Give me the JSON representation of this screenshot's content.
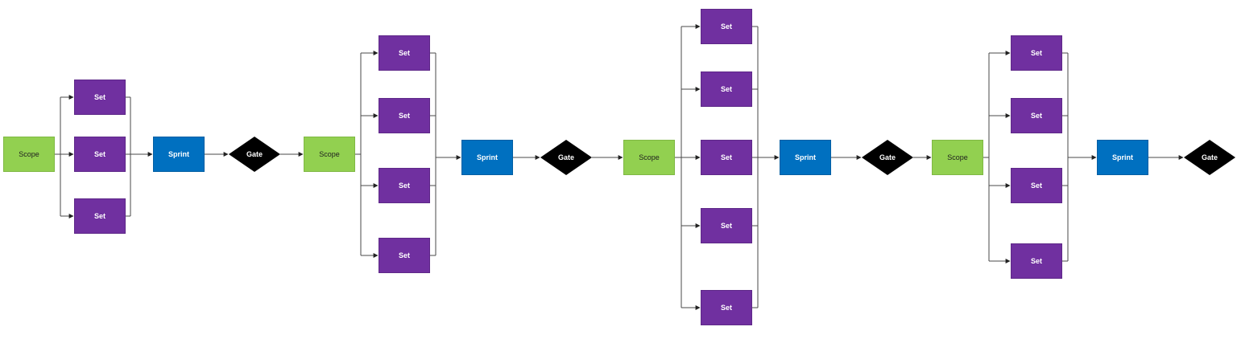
{
  "colors": {
    "scope": "#92d050",
    "set": "#7030a0",
    "sprint": "#0070c0",
    "gate": "#000000",
    "line": "#4a4a4a"
  },
  "labels": {
    "scope": "Scope",
    "set": "Set",
    "sprint": "Sprint",
    "gate": "Gate"
  },
  "stages": [
    {
      "scope": "Scope",
      "sets": [
        "Set",
        "Set",
        "Set"
      ],
      "sprint": "Sprint",
      "gate": "Gate"
    },
    {
      "scope": "Scope",
      "sets": [
        "Set",
        "Set",
        "Set",
        "Set"
      ],
      "sprint": "Sprint",
      "gate": "Gate"
    },
    {
      "scope": "Scope",
      "sets": [
        "Set",
        "Set",
        "Set",
        "Set",
        "Set"
      ],
      "sprint": "Sprint",
      "gate": "Gate"
    },
    {
      "scope": "Scope",
      "sets": [
        "Set",
        "Set",
        "Set",
        "Set"
      ],
      "sprint": "Sprint",
      "gate": "Gate"
    }
  ]
}
